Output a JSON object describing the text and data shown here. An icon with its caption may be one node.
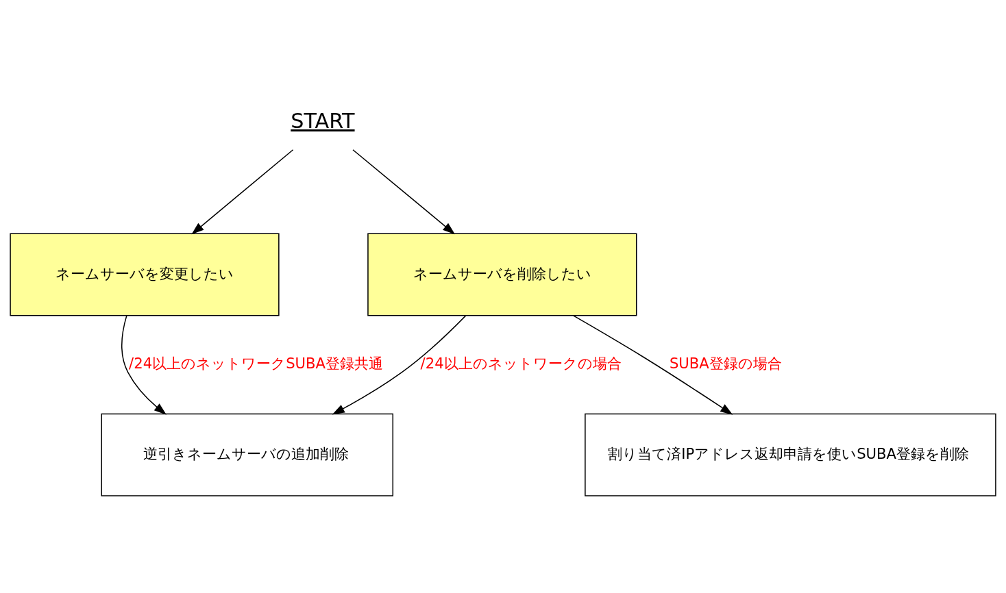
{
  "diagram": {
    "nodes": [
      {
        "text": [
          "START"
        ]
      },
      {
        "text": [
          "ネームサーバを変更したい"
        ]
      },
      {
        "text": [
          "ネームサーバを削除したい"
        ]
      },
      {
        "text": [
          "逆引きネームサーバの追加削除"
        ]
      },
      {
        "text": [
          "割り当て済IPアドレス返却申請を使いSUBA登録を削除"
        ]
      }
    ],
    "edges": [
      {
        "from": 0,
        "to": 1,
        "arrow": "to"
      },
      {
        "from": 0,
        "to": 2,
        "arrow": "to"
      },
      {
        "from": 1,
        "to": 3,
        "arrow": "to",
        "label": "/24以上のネットワークSUBA登録共通"
      },
      {
        "from": 2,
        "to": 3,
        "arrow": "to",
        "label": "/24以上のネットワークの場合"
      },
      {
        "from": 2,
        "to": 4,
        "arrow": "to",
        "label": "SUBA登録の場合"
      }
    ]
  }
}
